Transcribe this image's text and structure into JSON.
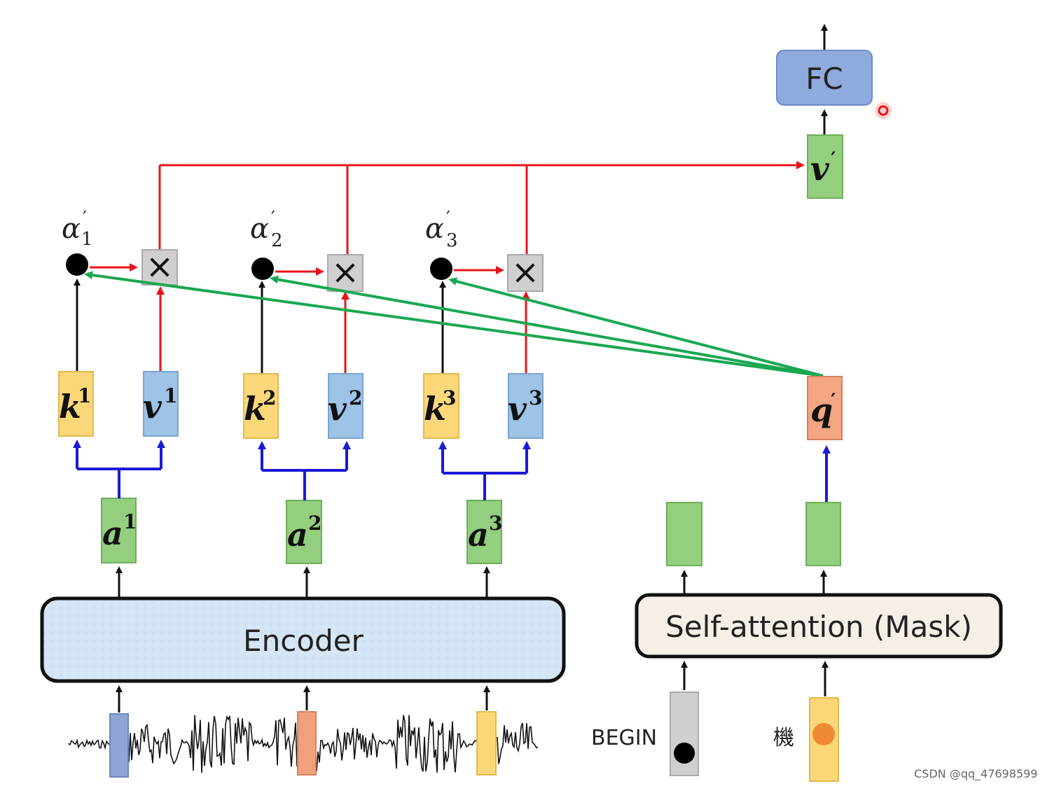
{
  "fc_label": "FC",
  "v_prime": "v",
  "prime": "′",
  "q_prime": "q",
  "alpha_symbol": "α",
  "alphas": [
    {
      "sub": "1"
    },
    {
      "sub": "2"
    },
    {
      "sub": "3"
    }
  ],
  "columns": [
    {
      "k": "k",
      "v": "v",
      "a": "a",
      "idx": "1"
    },
    {
      "k": "k",
      "v": "v",
      "a": "a",
      "idx": "2"
    },
    {
      "k": "k",
      "v": "v",
      "a": "a",
      "idx": "3"
    }
  ],
  "multiply_symbol": "×",
  "encoder_label": "Encoder",
  "self_attention_label": "Self-attention (Mask)",
  "begin_label": "BEGIN",
  "token_label": "機",
  "watermark": "CSDN @qq_47698599",
  "colors": {
    "red_arrow": "#e8141a",
    "green_arrow": "#1aa752",
    "blue_arrow": "#1a1ad8",
    "key_fill": "#fcd77a",
    "value_fill": "#9dc3e6",
    "a_fill": "#93cf7e",
    "query_fill": "#f4a582",
    "fc_fill": "#8faadc"
  }
}
